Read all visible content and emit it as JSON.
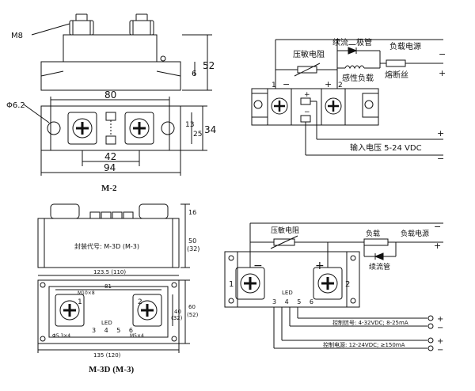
{
  "colors": {
    "ink": "#111111",
    "body_fill": "#ffffff",
    "hatch": "#555555"
  },
  "m2_side": {
    "screw_label": "M8",
    "dim_height_total": "52",
    "dim_height_small": "6"
  },
  "m2_top": {
    "hole_label": "Φ6.2",
    "dim_width_outer": "80",
    "dim_width_inner": "42",
    "dim_width_total": "94",
    "dim_h_13": "13",
    "dim_h_25": "25",
    "dim_h_34": "34",
    "title": "M-2"
  },
  "wiring1": {
    "varistor_label": "压敏电阻",
    "diode_label": "续流二极管",
    "load_source_label": "负载电源",
    "inductive_load_label": "感性负载",
    "fuse_label": "熔断丝",
    "term_minus": "−",
    "term_plus": "+",
    "term_1": "1",
    "term_2": "2",
    "ctrl_plus": "+",
    "ctrl_minus": "−",
    "input_label": "输入电压 5-24 VDC",
    "src_minus": "−",
    "src_plus": "+"
  },
  "m3_side": {
    "package_label": "封装代号: M-3D (M-3)",
    "dim_16": "16",
    "dim_50": "50",
    "dim_32": "(32)"
  },
  "m3_top": {
    "dim_width": "123.5 (110)",
    "dim_81": "81",
    "screw_label": "M10×8",
    "term_1": "1",
    "term_2": "2",
    "led_label": "LED",
    "pins": "3 4 5 6",
    "hole_label": "Φ5.3×4",
    "m5_label": "M5×4",
    "dim_40": "40",
    "dim_32b": "(32)",
    "dim_60": "60",
    "dim_52": "(52)",
    "dim_bottom": "135 (120)",
    "title": "M-3D (M-3)"
  },
  "wiring2": {
    "varistor_label": "压敏电阻",
    "load_label": "负载",
    "load_source_label": "负载电源",
    "diode_label": "续流管",
    "term_minus": "−",
    "term_plus": "+",
    "term_1": "1",
    "term_2": "2",
    "led_label": "LED",
    "pins": "3 4 5 6",
    "control_signal_label": "控制信号: 4-32VDC; 8-25mA",
    "control_power_label": "控制电源: 12-24VDC; ≥150mA",
    "src_minus": "−",
    "src_plus": "+",
    "sig_plus": "+",
    "sig_minus": "−",
    "pwr_plus": "+",
    "pwr_minus": "−"
  }
}
